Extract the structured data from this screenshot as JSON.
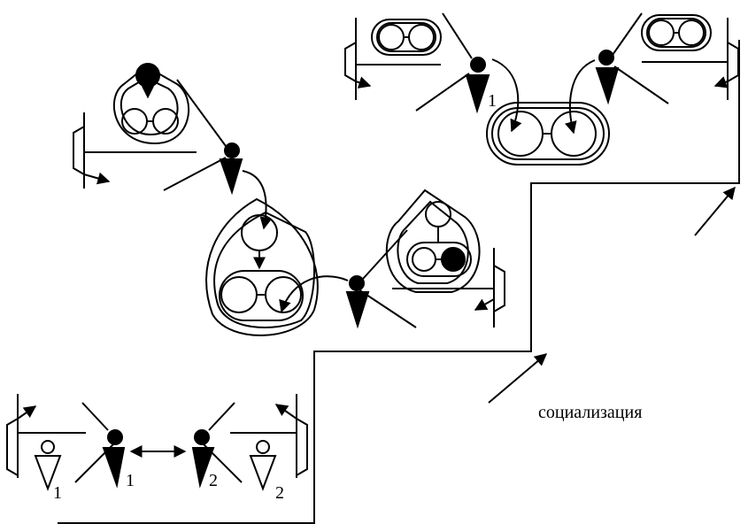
{
  "caption": "социализация",
  "subscripts": {
    "bottom_left_triangle": "1",
    "bottom_figure_1": "1",
    "bottom_figure_2": "2",
    "bottom_right_triangle": "2",
    "top_figure": "1"
  },
  "colors": {
    "ink": "#000000",
    "background": "#ffffff"
  }
}
